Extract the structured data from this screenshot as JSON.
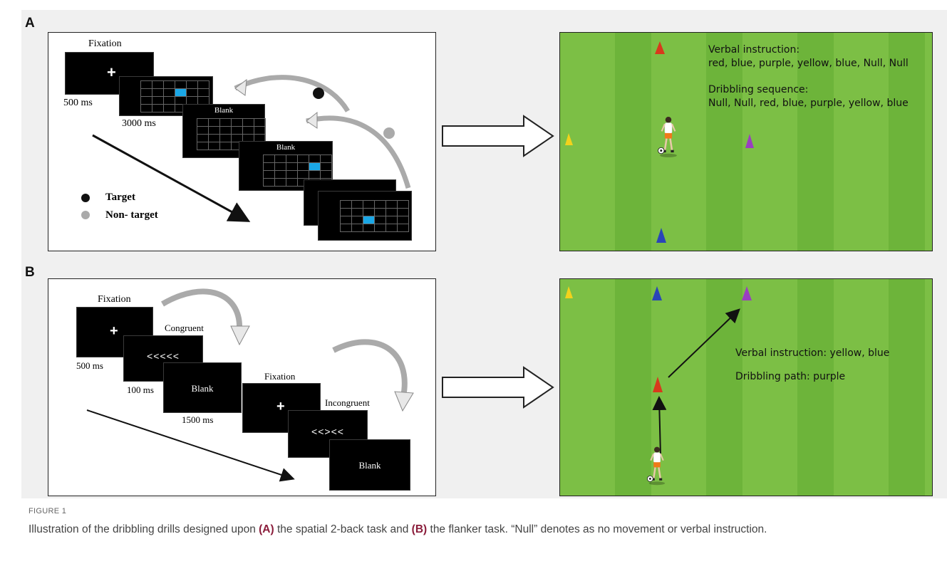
{
  "panels": {
    "a": {
      "letter": "A",
      "task": {
        "fixation_label": "Fixation",
        "fixation_cross": "+",
        "time_500": "500 ms",
        "time_3000": "3000 ms",
        "blank_1": "Blank",
        "blank_2": "Blank",
        "legend_target": "Target",
        "legend_nontarget": "Non- target"
      },
      "field": {
        "verbal_title": "Verbal instruction:",
        "verbal_text": "red, blue, purple, yellow, blue, Null, Null",
        "dribbling_title": "Dribbling sequence:",
        "dribbling_text": "Null, Null, red, blue, purple, yellow, blue"
      }
    },
    "b": {
      "letter": "B",
      "task": {
        "fixation_label_1": "Fixation",
        "cross_1": "+",
        "time_500": "500 ms",
        "congruent_label": "Congruent",
        "congruent_stim": "<<<<<",
        "time_100": "100 ms",
        "blank_1": "Blank",
        "time_1500": "1500 ms",
        "fixation_label_2": "Fixation",
        "cross_2": "+",
        "incongruent_label": "Incongruent",
        "incongruent_stim": "<<><<",
        "blank_2": "Blank"
      },
      "field": {
        "verbal_text": "Verbal instruction: yellow, blue",
        "path_text": "Dribbling path: purple"
      }
    }
  },
  "caption": {
    "figure_label": "FIGURE 1",
    "text_1": "Illustration of the dribbling drills designed upon ",
    "ref_a": "(A)",
    "text_2": " the spatial 2-back task and ",
    "ref_b": "(B)",
    "text_3": " the flanker task. “Null” denotes as no movement or verbal instruction."
  },
  "colors": {
    "cone_red": "#d8391c",
    "cone_blue": "#2a45b8",
    "cone_yellow": "#f2d21c",
    "cone_purple": "#9a3fc0",
    "grid_highlight": "#1aa7e6",
    "field_green": "#7cbf45",
    "caption_ref": "#8a1c3a"
  }
}
